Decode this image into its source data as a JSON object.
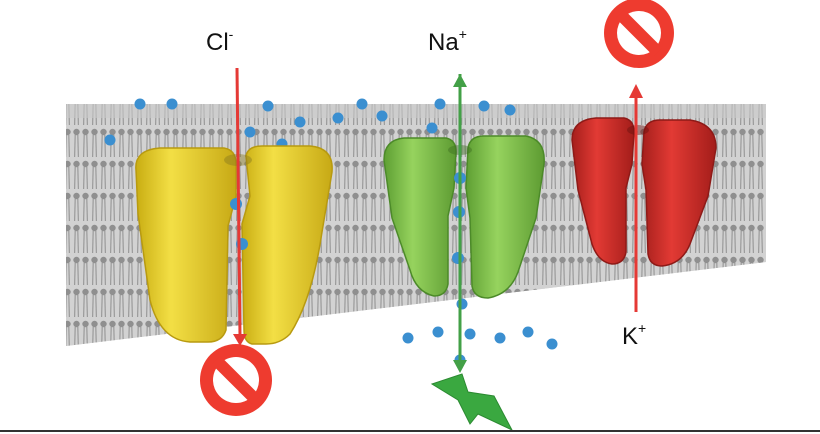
{
  "ions": {
    "chloride": {
      "symbol": "Cl",
      "charge": "-"
    },
    "sodium": {
      "symbol": "Na",
      "charge": "+"
    },
    "potassium": {
      "symbol": "K",
      "charge": "+"
    }
  },
  "colors": {
    "chloride_channel": "#e9d232",
    "sodium_channel": "#7cc24a",
    "potassium_channel": "#d62f2b",
    "chloride_arrow": "#e53935",
    "sodium_arrow": "#43a047",
    "potassium_arrow": "#e53935",
    "blocked_sign": "#ee3b2f",
    "lightning": "#3aa840",
    "ion_particle": "#3b8fd0",
    "membrane": "#b9b9b9"
  },
  "icons": {
    "blocked": "prohibited-icon",
    "signal": "lightning-bolt-icon"
  }
}
